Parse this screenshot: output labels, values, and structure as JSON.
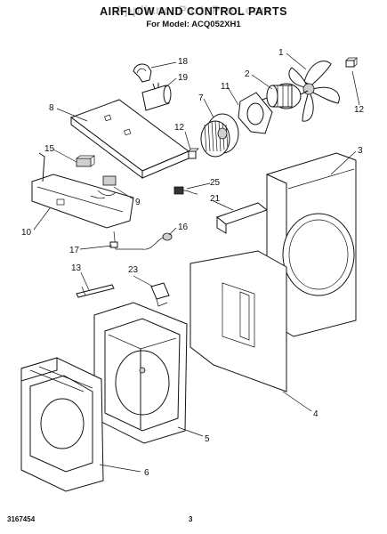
{
  "header": {
    "title": "AIRFLOW AND CONTROL PARTS",
    "subtitle": "For Model: ACQ052XH1",
    "watermark": "AppliancePartsPros.com"
  },
  "footer": {
    "doc_number": "3167454",
    "page": "3"
  },
  "callouts": [
    "1",
    "2",
    "3",
    "4",
    "5",
    "6",
    "7",
    "8",
    "9",
    "10",
    "11",
    "12",
    "12",
    "13",
    "15",
    "16",
    "17",
    "18",
    "19",
    "21",
    "23",
    "25"
  ]
}
